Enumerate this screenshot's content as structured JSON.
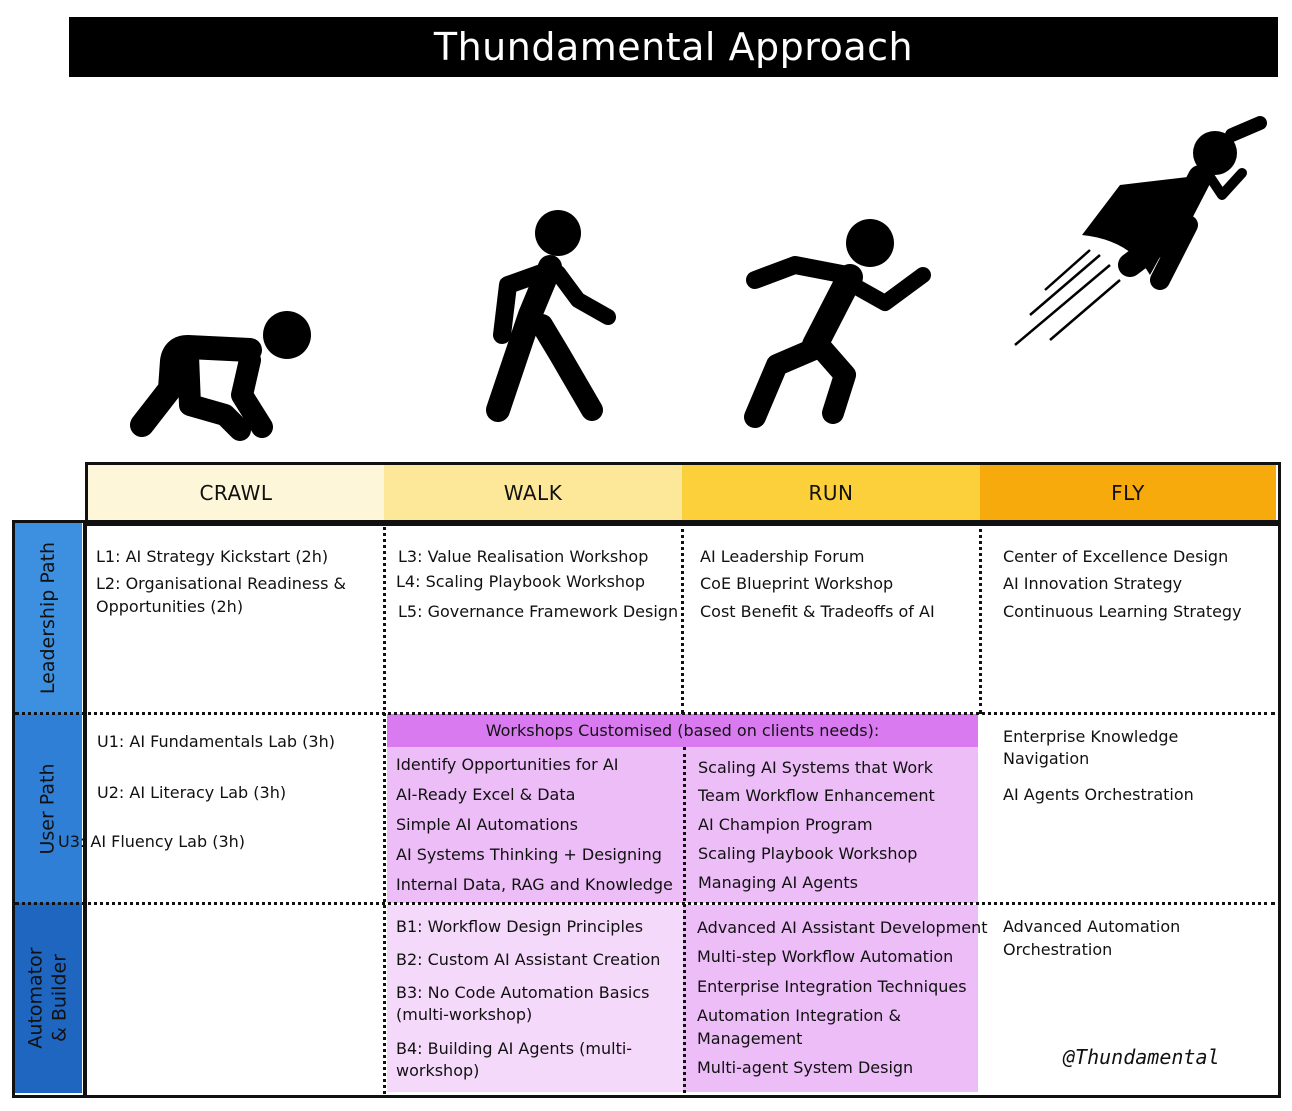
{
  "title": "Thundamental Approach",
  "stages": [
    {
      "label": "CRAWL",
      "color": "#fdf6d8"
    },
    {
      "label": "WALK",
      "color": "#fde89a"
    },
    {
      "label": "RUN",
      "color": "#fcd03a"
    },
    {
      "label": "FLY",
      "color": "#f7aa0c"
    }
  ],
  "rows": [
    {
      "label": "Leadership Path",
      "color": "#3d8fe0"
    },
    {
      "label": "User Path",
      "color": "#2f7fd6"
    },
    {
      "label": "Automator & Builder",
      "color": "#1e66c0"
    }
  ],
  "leadership": {
    "crawl": [
      "L1: AI Strategy Kickstart (2h)",
      "L2: Organisational Readiness &",
      "Opportunities (2h)"
    ],
    "walk": [
      "L3: Value Realisation Workshop",
      "L4: Scaling Playbook Workshop",
      "L5: Governance Framework Design"
    ],
    "run": [
      "AI Leadership Forum",
      "CoE Blueprint Workshop",
      "Cost Benefit & Tradeoffs of AI"
    ],
    "fly": [
      "Center of Excellence Design",
      "AI Innovation Strategy",
      "Continuous Learning Strategy"
    ]
  },
  "user": {
    "crawl": [
      "U1: AI Fundamentals Lab (3h)",
      "U2: AI Literacy Lab (3h)",
      "U3: AI Fluency Lab (3h)"
    ],
    "custom_header": "Workshops Customised (based on clients needs):",
    "walk": [
      "Identify Opportunities for AI",
      "AI-Ready Excel & Data",
      "Simple AI Automations",
      "AI Systems Thinking + Designing",
      "Internal Data, RAG and Knowledge"
    ],
    "run": [
      "Scaling AI Systems that Work",
      "Team Workflow Enhancement",
      "AI Champion Program",
      "Scaling Playbook Workshop",
      "Managing AI Agents"
    ],
    "fly": [
      "Enterprise Knowledge",
      "Navigation",
      "AI Agents Orchestration"
    ]
  },
  "builder": {
    "walk": [
      "B1: Workflow Design Principles",
      "B2: Custom AI Assistant Creation",
      "B3: No Code Automation Basics",
      "(multi-workshop)",
      "B4: Building AI Agents (multi-",
      "workshop)"
    ],
    "run": [
      "Advanced AI Assistant Development",
      "Multi-step Workflow Automation",
      "Enterprise Integration Techniques",
      "Automation Integration &",
      "Management",
      "Multi-agent System Design"
    ],
    "fly": [
      "Advanced Automation",
      "Orchestration"
    ]
  },
  "signature": "@Thundamental",
  "colors": {
    "custom_header": "#d97af0",
    "custom_light": "#ecbdf7",
    "custom_lighter": "#f5d9fb"
  },
  "icons": [
    "crawl-figure-icon",
    "walk-figure-icon",
    "run-figure-icon",
    "fly-figure-icon"
  ]
}
